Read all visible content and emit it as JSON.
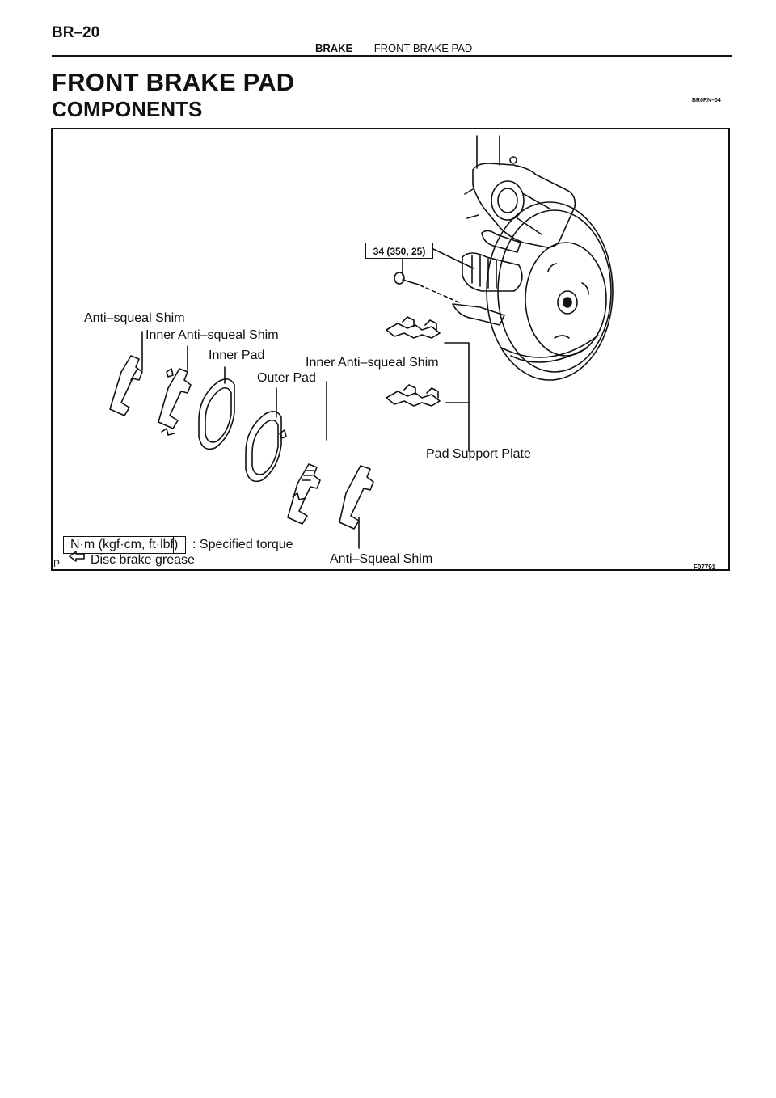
{
  "header": {
    "page_code": "BR–20",
    "section": "BRAKE",
    "separator": "–",
    "subsection": "FRONT BRAKE PAD"
  },
  "title": "FRONT BRAKE PAD",
  "subtitle": "COMPONENTS",
  "doc_id": "BR0RN–04",
  "diagram": {
    "torque_value": "34 (350, 25)",
    "labels": {
      "anti_squeal_shim": "Anti–squeal Shim",
      "inner_anti_squeal_shim_left": "Inner Anti–squeal Shim",
      "inner_pad": "Inner Pad",
      "inner_anti_squeal_shim_right": "Inner Anti–squeal Shim",
      "outer_pad": "Outer Pad",
      "pad_support_plate": "Pad Support Plate",
      "anti_squeal_shim_outer": "Anti–Squeal Shim"
    },
    "legend": {
      "torque_unit": "N·m (kgf·cm, ft·lbf)",
      "torque_desc": ": Specified torque",
      "grease_prefix": "P",
      "grease_desc": "Disc brake grease"
    },
    "figure_id": "F07791"
  }
}
